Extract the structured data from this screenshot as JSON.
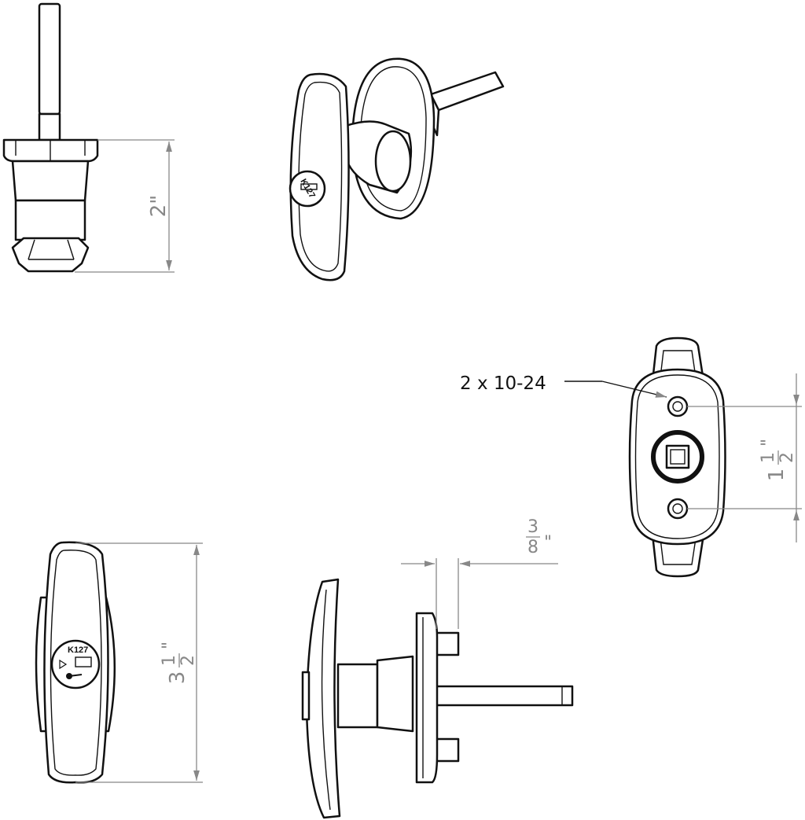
{
  "views": {
    "side_view": {
      "dimension": {
        "value": "2\""
      }
    },
    "iso_view": {
      "key_code": "K127"
    },
    "back_view": {
      "callout": "2 x 10-24",
      "dimension": {
        "whole": "1",
        "numerator": "1",
        "denominator": "2",
        "unit": "\""
      }
    },
    "front_view": {
      "key_code": "K127",
      "dimension": {
        "whole": "3",
        "numerator": "1",
        "denominator": "2",
        "unit": "\""
      }
    },
    "profile_view": {
      "dimension": {
        "numerator": "3",
        "denominator": "8",
        "unit": "\""
      }
    }
  },
  "colors": {
    "line": "#111111",
    "dimension": "#888888",
    "background": "#ffffff"
  }
}
